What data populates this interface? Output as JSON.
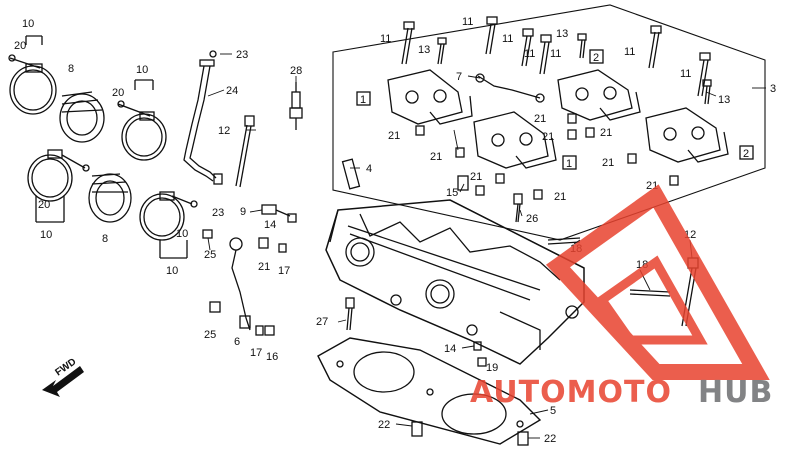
{
  "diagram": {
    "callouts": {
      "c10a": "10",
      "c20a": "20",
      "c8a": "8",
      "c10b": "10",
      "c20b": "20",
      "c10c": "10",
      "c10d": "10",
      "c8b": "8",
      "c20c": "20",
      "c10e": "10",
      "c23a": "23",
      "c24": "24",
      "c28": "28",
      "c12a": "12",
      "c23b": "23",
      "c9": "9",
      "c14a": "14",
      "c25a": "25",
      "c21a": "21",
      "c17a": "17",
      "c25b": "25",
      "c6": "6",
      "c17b": "17",
      "c16a": "16",
      "c11a": "11",
      "c11b": "11",
      "c13a": "13",
      "c11c": "11",
      "c11d": "11",
      "c13b": "13",
      "c11e": "11",
      "c11f": "11",
      "c11g": "11",
      "c13c": "13",
      "c7": "7",
      "c3": "3",
      "c21b": "21",
      "c21c": "21",
      "c21d": "21",
      "c21e": "21",
      "c21f": "21",
      "c21g": "21",
      "c21h": "21",
      "c21i": "21",
      "c21j": "21",
      "c4": "4",
      "c15": "15",
      "c26": "26",
      "c18a": "18",
      "c18b": "18",
      "c12b": "12",
      "c27": "27",
      "c14b": "14",
      "c19": "19",
      "c5": "5",
      "c22a": "22",
      "c22b": "22"
    },
    "boxed": {
      "b1a": "1",
      "b2a": "2",
      "b1b": "1",
      "b2b": "2"
    },
    "fwd_label": "FWD"
  },
  "watermark": {
    "text_red": "AUTOMOTO",
    "text_gray": "HUB",
    "color_red": "#e8432f",
    "color_gray": "#6d6e70"
  }
}
